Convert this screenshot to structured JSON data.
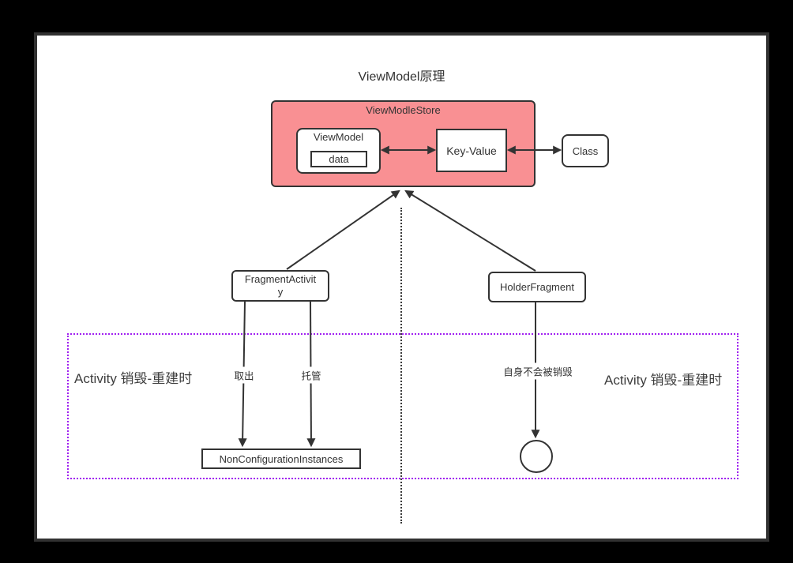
{
  "title": "ViewModel原理",
  "colors": {
    "store_fill": "#f99093",
    "stroke": "#333333",
    "region_border": "#a020f0",
    "canvas_bg": "#ffffff",
    "frame_bg": "#000000"
  },
  "nodes": {
    "store": "ViewModleStore",
    "viewmodel": "ViewModel",
    "data": "data",
    "key_value": "Key-Value",
    "class": "Class",
    "fragment_activity": "FragmentActivit\ny",
    "holder_fragment": "HolderFragment",
    "non_configuration_instances": "NonConfigurationInstances"
  },
  "edge_labels": {
    "take_out": "取出",
    "host": "托管",
    "self_not_destroyed": "自身不会被销毁"
  },
  "region": {
    "left_label": "Activity 销毁-重建时",
    "right_label": "Activity 销毁-重建时"
  }
}
